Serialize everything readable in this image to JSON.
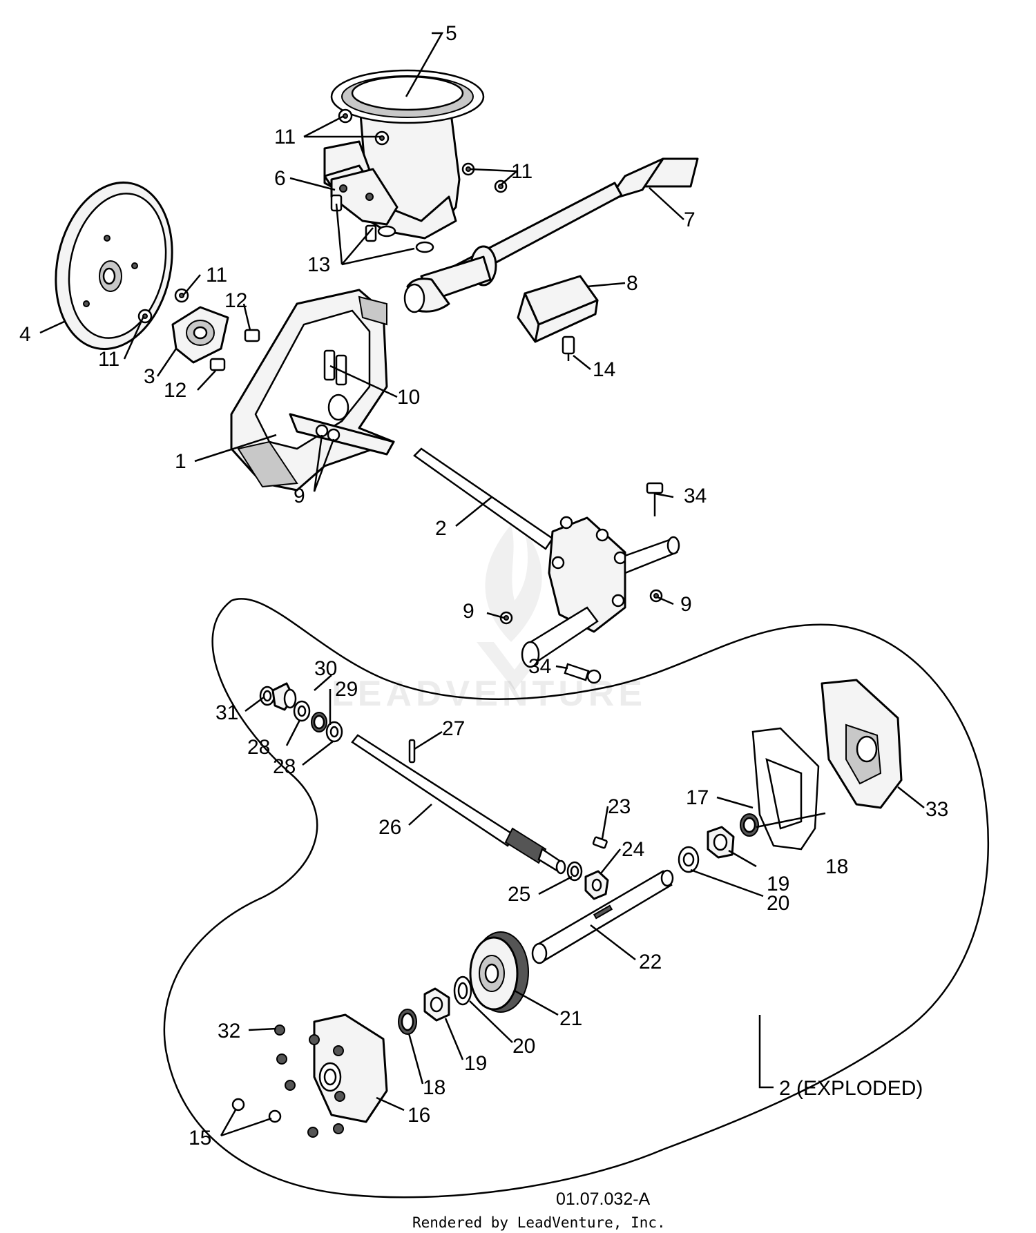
{
  "callouts": {
    "c1": "1",
    "c2": "2",
    "c3": "3",
    "c4": "4",
    "c5": "5",
    "c6": "6",
    "c7": "7",
    "c8": "8",
    "c9a": "9",
    "c9b": "9",
    "c9c": "9",
    "c10": "10",
    "c11a": "11",
    "c11b": "11",
    "c11c": "11",
    "c11d": "11",
    "c12a": "12",
    "c12b": "12",
    "c13": "13",
    "c14": "14",
    "c15": "15",
    "c16": "16",
    "c17": "17",
    "c18a": "18",
    "c18b": "18",
    "c19a": "19",
    "c19b": "19",
    "c20a": "20",
    "c20b": "20",
    "c21": "21",
    "c22": "22",
    "c23": "23",
    "c24": "24",
    "c25": "25",
    "c26": "26",
    "c27": "27",
    "c28a": "28",
    "c28b": "28",
    "c29": "29",
    "c30": "30",
    "c31": "31",
    "c32": "32",
    "c33": "33",
    "c34a": "34",
    "c34b": "34",
    "exploded": "2 (EXPLODED)"
  },
  "figure_code": "01.07.032-A",
  "credit": "Rendered by LeadVenture, Inc.",
  "watermark": "LEADVENTURE"
}
